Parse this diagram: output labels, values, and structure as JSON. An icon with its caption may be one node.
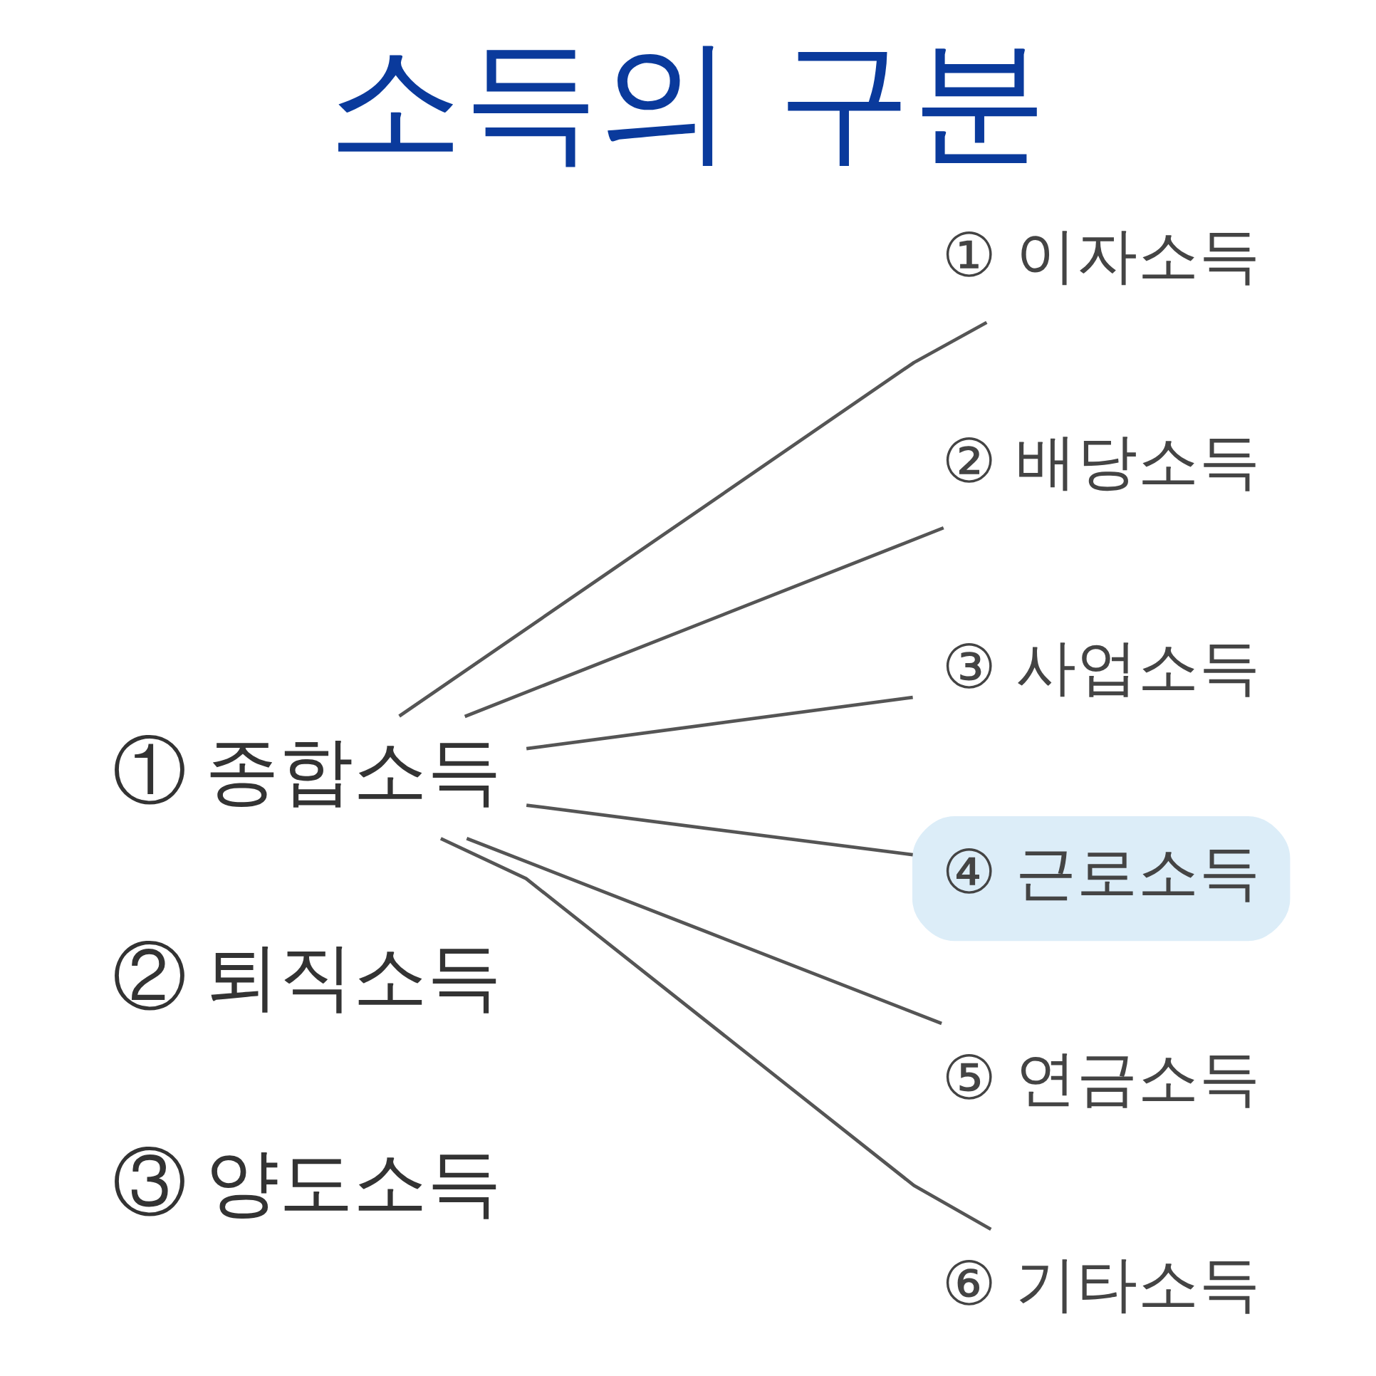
{
  "diagram": {
    "title": "소득의 구분",
    "nodes": [
      {
        "text": [
          "① 종합소득"
        ]
      },
      {
        "text": [
          "② 퇴직소득"
        ]
      },
      {
        "text": [
          "③ 양도소득"
        ]
      },
      {
        "text": [
          "① 이자소득"
        ]
      },
      {
        "text": [
          "② 배당소득"
        ]
      },
      {
        "text": [
          "③ 사업소득"
        ]
      },
      {
        "text": [
          "④ 근로소득"
        ]
      },
      {
        "text": [
          "⑤ 연금소득"
        ]
      },
      {
        "text": [
          "⑥ 기타소득"
        ]
      }
    ],
    "edges": [
      {
        "from": 0,
        "to": 3,
        "arrow": "none"
      },
      {
        "from": 0,
        "to": 4,
        "arrow": "none"
      },
      {
        "from": 0,
        "to": 5,
        "arrow": "none"
      },
      {
        "from": 0,
        "to": 6,
        "arrow": "none"
      },
      {
        "from": 0,
        "to": 7,
        "arrow": "none"
      },
      {
        "from": 0,
        "to": 8,
        "arrow": "none"
      }
    ]
  }
}
